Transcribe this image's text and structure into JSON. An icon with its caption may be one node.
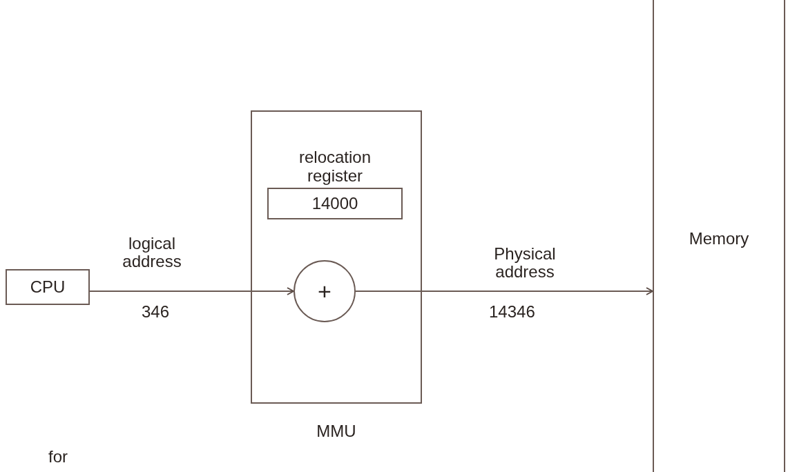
{
  "diagram": {
    "nodes": [
      {
        "text": [
          "CPU"
        ]
      },
      {
        "text": [
          "MMU"
        ]
      },
      {
        "text": [
          "relocation register",
          "14000"
        ],
        "in": 1
      },
      {
        "text": [
          "+"
        ],
        "in": 1
      },
      {
        "text": [
          "Memory"
        ]
      }
    ],
    "edges": [
      {
        "from": 0,
        "to": 3,
        "arrow": "to",
        "label": "logical address"
      },
      {
        "from": 3,
        "to": 4,
        "arrow": "to",
        "label": "Physical address"
      }
    ],
    "labels": [
      "346",
      "14346",
      "for"
    ]
  }
}
